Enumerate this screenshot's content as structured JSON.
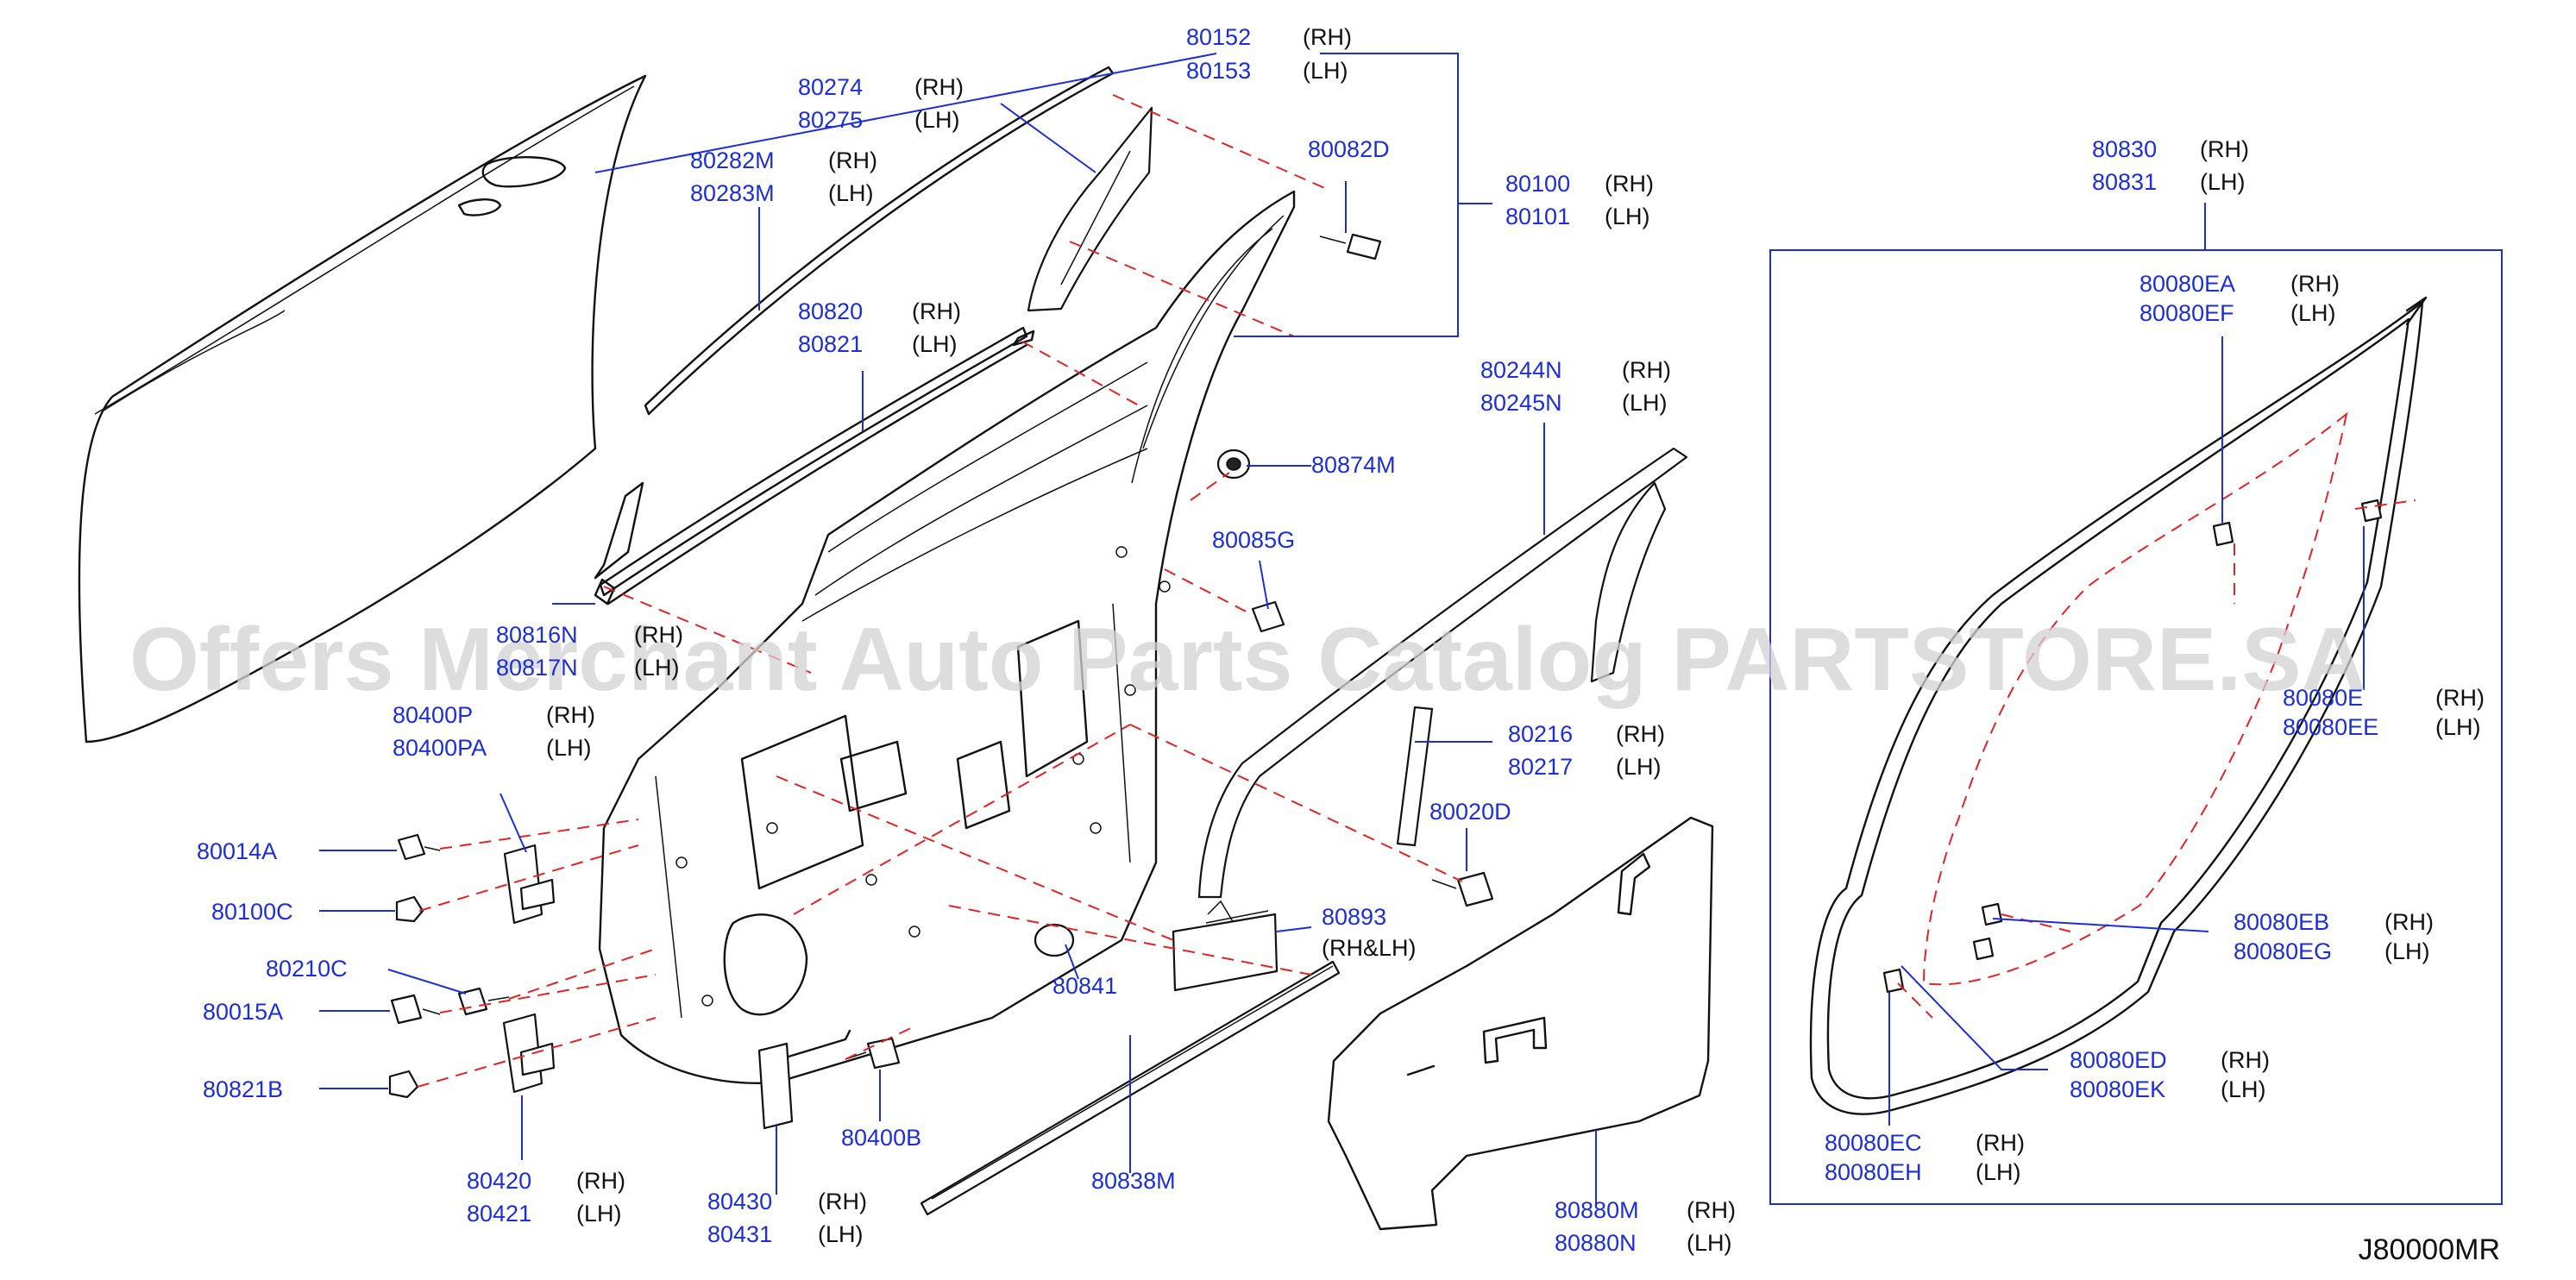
{
  "diagram": {
    "labels": [
      {
        "id": "80152",
        "num": "80152",
        "side": "(RH)"
      },
      {
        "id": "80153",
        "num": "80153",
        "side": "(LH)"
      },
      {
        "id": "80274",
        "num": "80274",
        "side": "(RH)"
      },
      {
        "id": "80275",
        "num": "80275",
        "side": "(LH)"
      },
      {
        "id": "80282M",
        "num": "80282M",
        "side": "(RH)"
      },
      {
        "id": "80283M",
        "num": "80283M",
        "side": "(LH)"
      },
      {
        "id": "80082D",
        "num": "80082D",
        "side": ""
      },
      {
        "id": "80100",
        "num": "80100",
        "side": "(RH)"
      },
      {
        "id": "80101",
        "num": "80101",
        "side": "(LH)"
      },
      {
        "id": "80820",
        "num": "80820",
        "side": "(RH)"
      },
      {
        "id": "80821",
        "num": "80821",
        "side": "(LH)"
      },
      {
        "id": "80244N",
        "num": "80244N",
        "side": "(RH)"
      },
      {
        "id": "80245N",
        "num": "80245N",
        "side": "(LH)"
      },
      {
        "id": "80874M",
        "num": "80874M",
        "side": ""
      },
      {
        "id": "80085G",
        "num": "80085G",
        "side": ""
      },
      {
        "id": "80816N",
        "num": "80816N",
        "side": "(RH)"
      },
      {
        "id": "80817N",
        "num": "80817N",
        "side": "(LH)"
      },
      {
        "id": "80400P",
        "num": "80400P",
        "side": "(RH)"
      },
      {
        "id": "80400PA",
        "num": "80400PA",
        "side": "(LH)"
      },
      {
        "id": "80014A",
        "num": "80014A",
        "side": ""
      },
      {
        "id": "80100C",
        "num": "80100C",
        "side": ""
      },
      {
        "id": "80210C",
        "num": "80210C",
        "side": ""
      },
      {
        "id": "80015A",
        "num": "80015A",
        "side": ""
      },
      {
        "id": "80821B",
        "num": "80821B",
        "side": ""
      },
      {
        "id": "80420",
        "num": "80420",
        "side": "(RH)"
      },
      {
        "id": "80421",
        "num": "80421",
        "side": "(LH)"
      },
      {
        "id": "80430",
        "num": "80430",
        "side": "(RH)"
      },
      {
        "id": "80431",
        "num": "80431",
        "side": "(LH)"
      },
      {
        "id": "80400B",
        "num": "80400B",
        "side": ""
      },
      {
        "id": "80841",
        "num": "80841",
        "side": ""
      },
      {
        "id": "80838M",
        "num": "80838M",
        "side": ""
      },
      {
        "id": "80893",
        "num": "80893",
        "side": "(RH&LH)"
      },
      {
        "id": "80216",
        "num": "80216",
        "side": "(RH)"
      },
      {
        "id": "80217",
        "num": "80217",
        "side": "(LH)"
      },
      {
        "id": "80020D",
        "num": "80020D",
        "side": ""
      },
      {
        "id": "80880M",
        "num": "80880M",
        "side": "(RH)"
      },
      {
        "id": "80880N",
        "num": "80880N",
        "side": "(LH)"
      },
      {
        "id": "80830",
        "num": "80830",
        "side": "(RH)"
      },
      {
        "id": "80831",
        "num": "80831",
        "side": "(LH)"
      },
      {
        "id": "80080EA",
        "num": "80080EA",
        "side": "(RH)"
      },
      {
        "id": "80080EF",
        "num": "80080EF",
        "side": "(LH)"
      },
      {
        "id": "80080E",
        "num": "80080E",
        "side": "(RH)"
      },
      {
        "id": "80080EE",
        "num": "80080EE",
        "side": "(LH)"
      },
      {
        "id": "80080EB",
        "num": "80080EB",
        "side": "(RH)"
      },
      {
        "id": "80080EG",
        "num": "80080EG",
        "side": "(LH)"
      },
      {
        "id": "80080ED",
        "num": "80080ED",
        "side": "(RH)"
      },
      {
        "id": "80080EK",
        "num": "80080EK",
        "side": "(LH)"
      },
      {
        "id": "80080EC",
        "num": "80080EC",
        "side": "(RH)"
      },
      {
        "id": "80080EH",
        "num": "80080EH",
        "side": "(LH)"
      }
    ],
    "watermark": "Offers Merchant Auto Parts Catalog PARTSTORE.SA",
    "diagram_code": "J80000MR"
  },
  "colors": {
    "label": "#1c2fd6",
    "leader": "#1c2fd6",
    "dashed_guide": "#e32424",
    "part_outline": "#111111",
    "watermark": "#d2d2d2"
  }
}
